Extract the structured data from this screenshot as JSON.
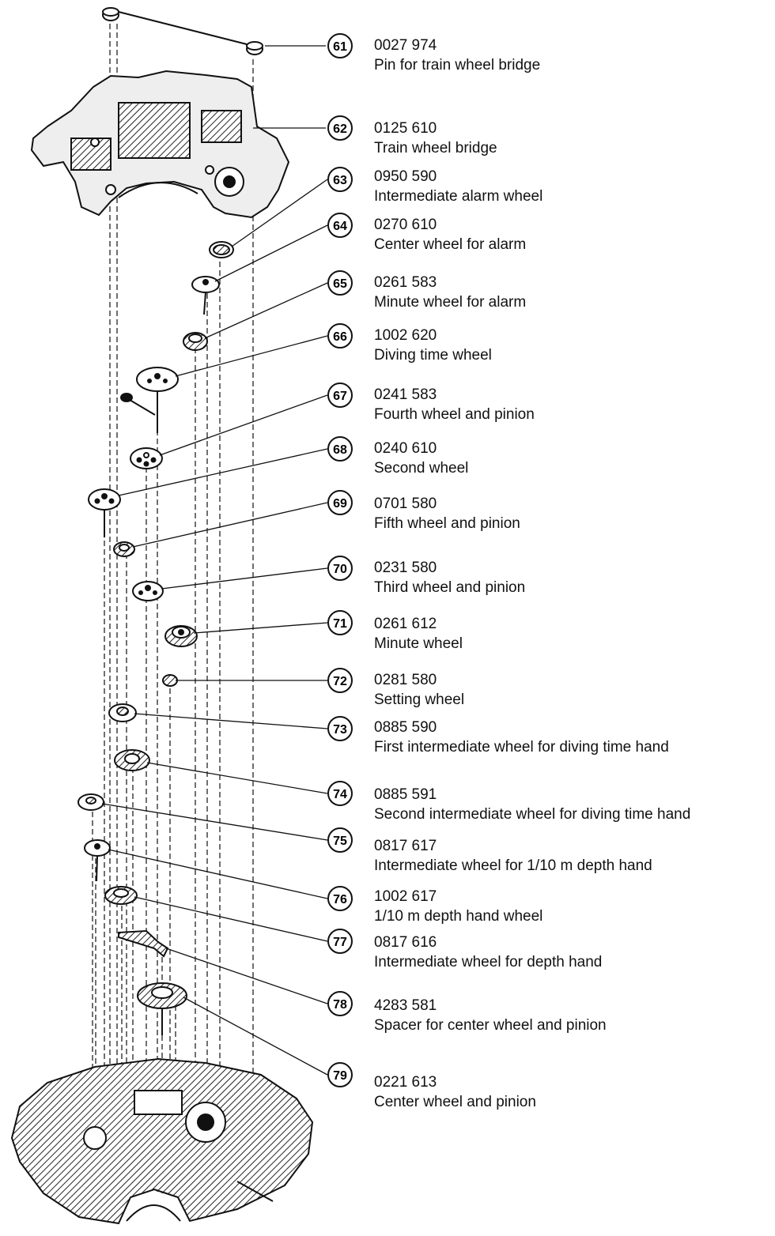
{
  "parts": [
    {
      "num": "61",
      "code": "0027 974",
      "desc": "Pin for train wheel bridge"
    },
    {
      "num": "62",
      "code": "0125 610",
      "desc": "Train wheel bridge"
    },
    {
      "num": "63",
      "code": "0950 590",
      "desc": "Intermediate alarm wheel"
    },
    {
      "num": "64",
      "code": "0270 610",
      "desc": "Center wheel for alarm"
    },
    {
      "num": "65",
      "code": "0261 583",
      "desc": "Minute wheel for alarm"
    },
    {
      "num": "66",
      "code": "1002 620",
      "desc": "Diving time wheel"
    },
    {
      "num": "67",
      "code": "0241 583",
      "desc": "Fourth wheel and pinion"
    },
    {
      "num": "68",
      "code": "0240 610",
      "desc": "Second wheel"
    },
    {
      "num": "69",
      "code": "0701 580",
      "desc": "Fifth wheel and pinion"
    },
    {
      "num": "70",
      "code": "0231 580",
      "desc": "Third wheel and pinion"
    },
    {
      "num": "71",
      "code": "0261 612",
      "desc": "Minute wheel"
    },
    {
      "num": "72",
      "code": "0281 580",
      "desc": "Setting wheel"
    },
    {
      "num": "73",
      "code": "0885 590",
      "desc": "First intermediate wheel for diving time hand"
    },
    {
      "num": "74",
      "code": "0885 591",
      "desc": "Second intermediate wheel for diving time hand"
    },
    {
      "num": "75",
      "code": "0817 617",
      "desc": "Intermediate wheel for 1/10 m depth hand"
    },
    {
      "num": "76",
      "code": "1002 617",
      "desc": "1/10 m depth hand wheel"
    },
    {
      "num": "77",
      "code": "0817 616",
      "desc": "Intermediate wheel for depth hand"
    },
    {
      "num": "78",
      "code": "4283 581",
      "desc": "Spacer for center wheel and pinion"
    },
    {
      "num": "79",
      "code": "0221 613",
      "desc": "Center wheel and pinion"
    }
  ]
}
